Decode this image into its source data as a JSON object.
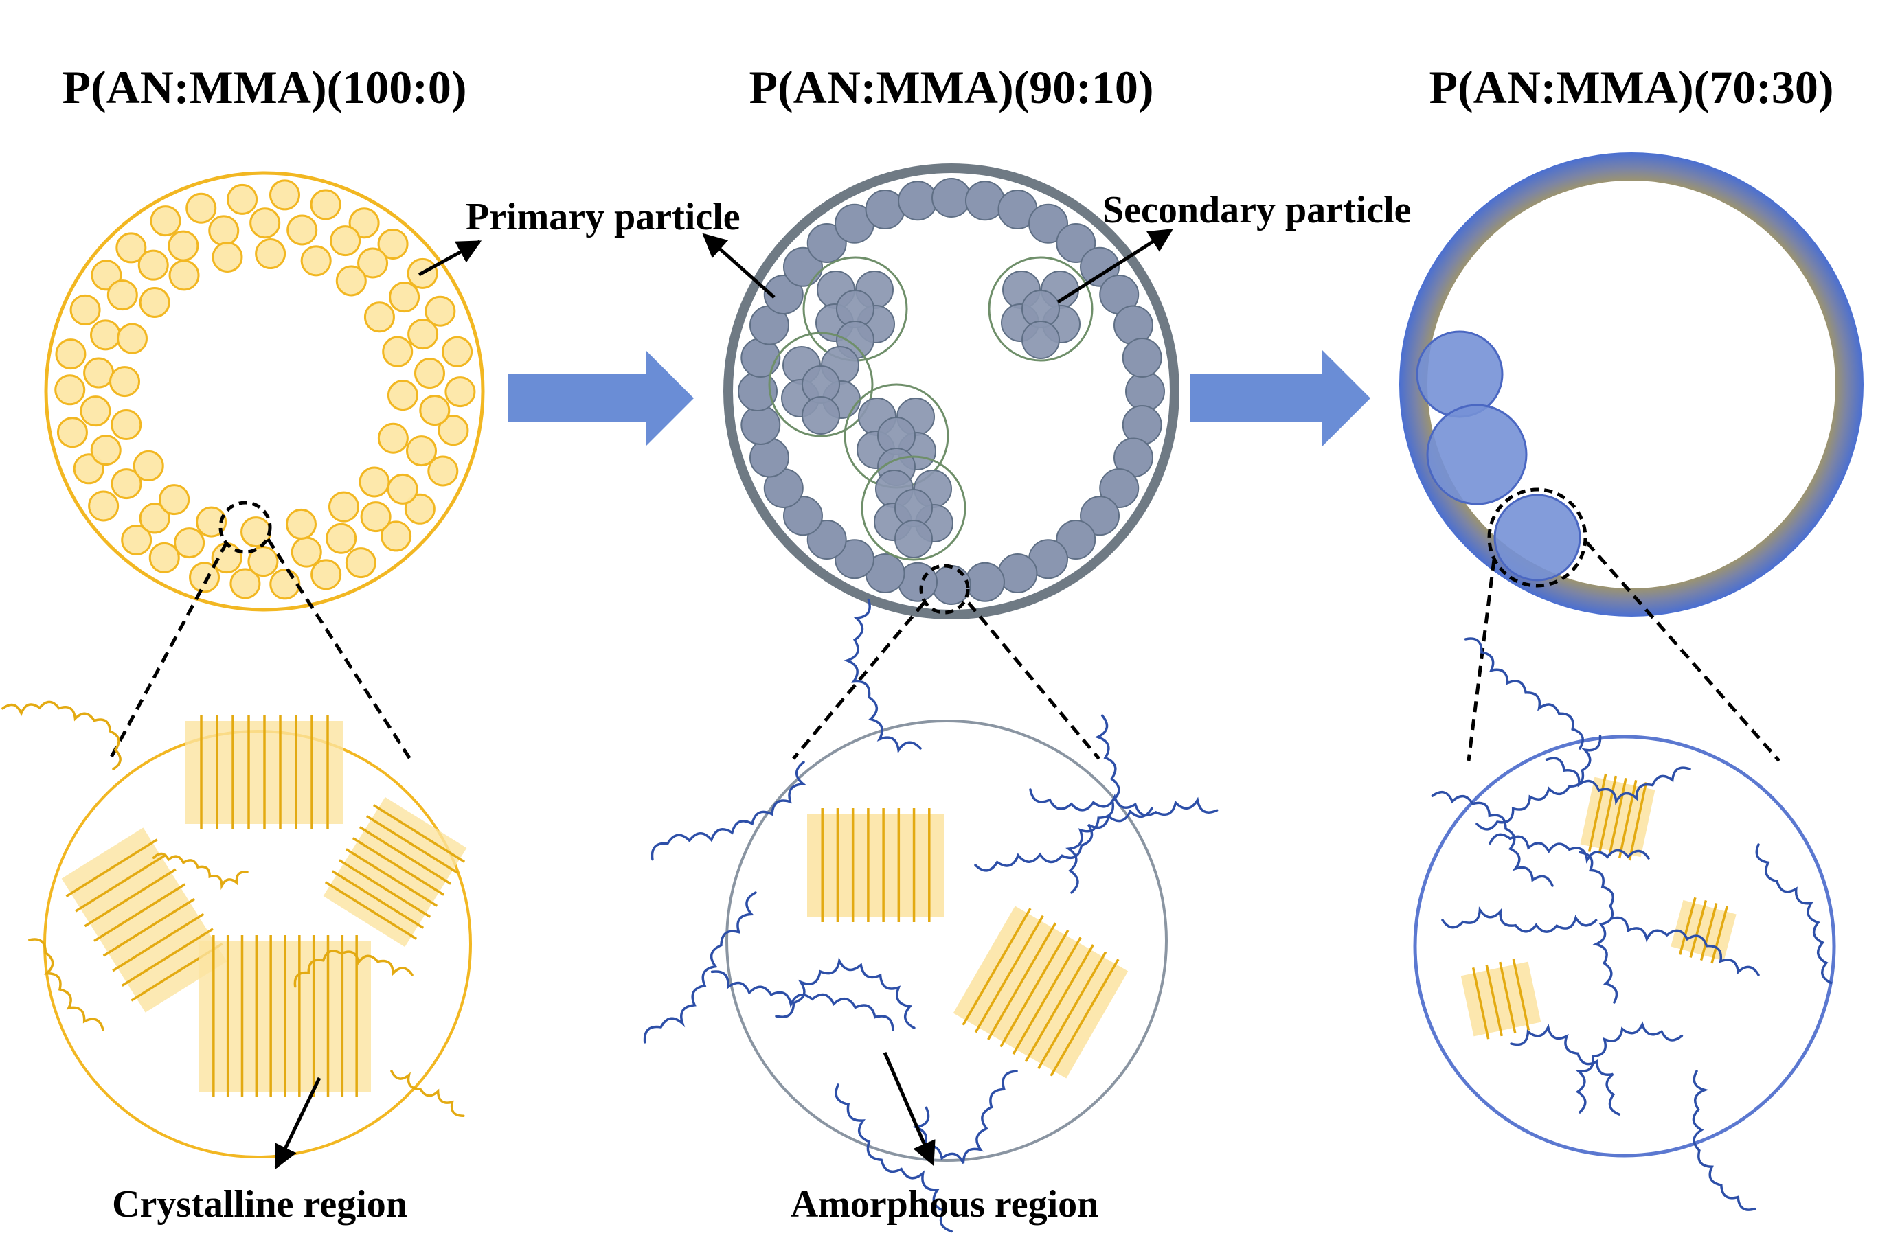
{
  "panels": [
    {
      "title": "P(AN:MMA)(100:0)"
    },
    {
      "title": "P(AN:MMA)(90:10)"
    },
    {
      "title": "P(AN:MMA)(70:30)"
    }
  ],
  "labels": {
    "primary_particle": "Primary particle",
    "secondary_particle": "Secondary particle",
    "crystalline_region": "Crystalline region",
    "amorphous_region": "Amorphous region"
  },
  "colors": {
    "crystal_fill": "#fde7a6",
    "crystal_stroke": "#f2b722",
    "gray_particle": "#8a96b0",
    "gray_border": "#6f7a84",
    "secondary_outline": "#6f8f6a",
    "blue_particle": "#7591d6",
    "blue_border": "#5b78d0",
    "arrow_blue": "#6a8dd6",
    "chain_blue": "#2d4fa8",
    "chain_gold": "#e3aa12",
    "lamella_fill": "#fbe3a0"
  }
}
